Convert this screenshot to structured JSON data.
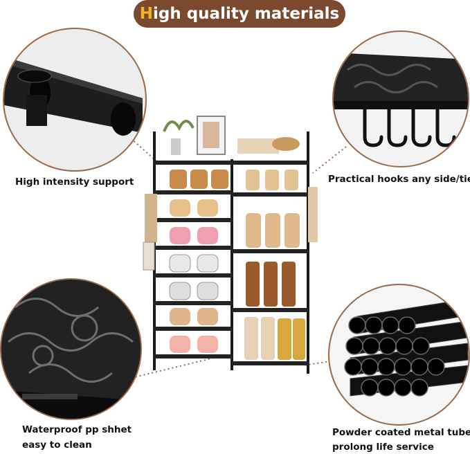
{
  "banner": {
    "accent_letter": "H",
    "rest": "igh quality materials"
  },
  "features": {
    "top_left": {
      "caption": "High intensity support"
    },
    "top_right": {
      "caption": "Practical hooks any side/tier"
    },
    "bottom_left": {
      "line1": "Waterproof pp shhet",
      "line2": "easy to clean"
    },
    "bottom_right": {
      "line1": "Powder coated metal tubes",
      "line2": "prolong life service"
    }
  },
  "colors": {
    "banner_bg": "#7b4a2e",
    "banner_accent": "#f0b429",
    "circle_border": "#9b6a48",
    "frame": "#1b1b1b"
  }
}
